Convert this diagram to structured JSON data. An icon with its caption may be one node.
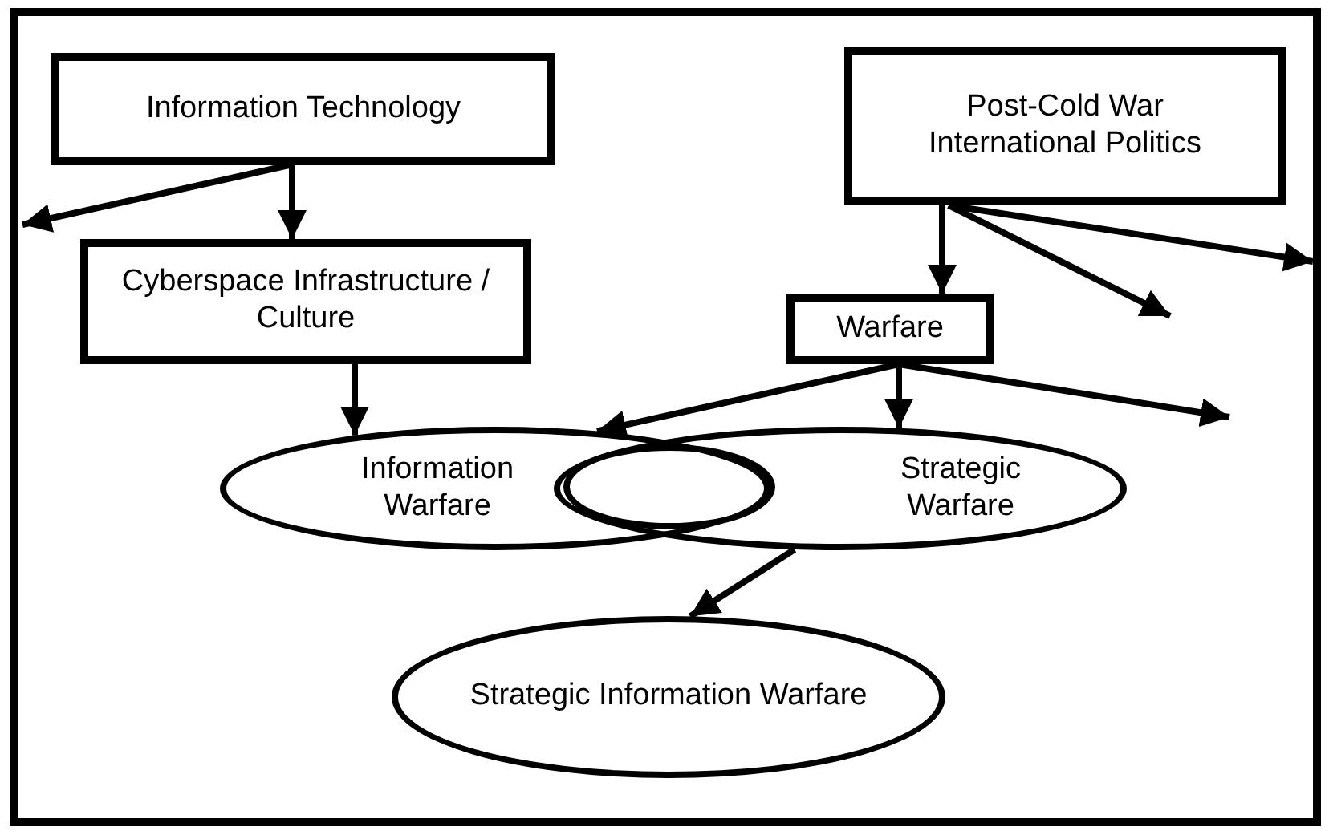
{
  "diagram": {
    "nodes": [
      {
        "text": [
          "Information Technology"
        ]
      },
      {
        "text": [
          "Post-Cold War International Politics"
        ]
      },
      {
        "text": [
          "Cyberspace Infrastructure / Culture"
        ]
      },
      {
        "text": [
          "Warfare"
        ]
      },
      {
        "text": [
          "Information Warfare"
        ]
      },
      {
        "text": [],
        "shape": "ellipse"
      },
      {
        "text": [
          "Strategic Warfare"
        ]
      },
      {
        "text": [
          "Strategic Information Warfare"
        ]
      }
    ],
    "edges": [
      {
        "from": 0,
        "to": 2,
        "arrow": "to"
      },
      {
        "from": 0,
        "to": null,
        "arrow": "to"
      },
      {
        "from": 1,
        "to": 3,
        "arrow": "to"
      },
      {
        "from": 1,
        "to": null,
        "arrow": "to"
      },
      {
        "from": 1,
        "to": null,
        "arrow": "to"
      },
      {
        "from": 2,
        "to": 4,
        "arrow": "to"
      },
      {
        "from": 3,
        "to": 4,
        "arrow": "to"
      },
      {
        "from": 3,
        "to": 6,
        "arrow": "to"
      },
      {
        "from": 3,
        "to": null,
        "arrow": "to"
      },
      {
        "from": 6,
        "to": 7,
        "arrow": "to"
      }
    ]
  }
}
